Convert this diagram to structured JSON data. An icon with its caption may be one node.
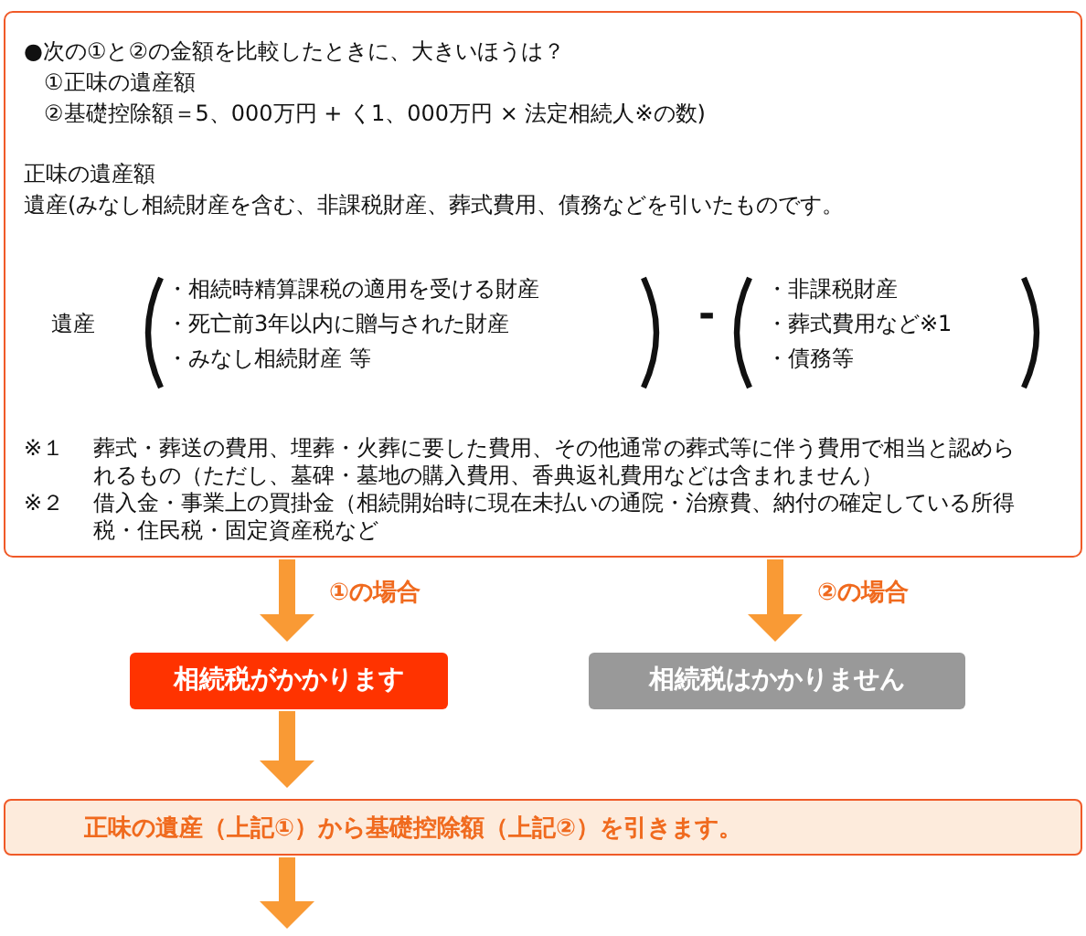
{
  "diagram": {
    "nodes": [
      {
        "text": [
          "●次の①と②の金額を比較したときに、大きいほうは？",
          "①正味の遺産額",
          "②基礎控除額＝5、000万円 + く1、000万円 × 法定相続人※の数)",
          "正味の遺産額",
          "遺産(みなし相続財産を含む、非課税財産、葬式費用、債務などを引いたものです。",
          "遺産",
          "・相続時精算課税の適用を受ける財産",
          "・死亡前3年以内に贈与された財産",
          "・みなし相続財産 等",
          "-",
          "・非課税財産",
          "・葬式費用など※1",
          "・債務等",
          "※１",
          "葬式・葬送の費用、埋葬・火葬に要した費用、その他通常の葬式等に伴う費用で相当と認められるもの（ただし、墓碑・墓地の購入費用、香典返礼費用などは含まれません）",
          "※２",
          "借入金・事業上の買掛金（相続開始時に現在未払いの通院・治療費、納付の確定している所得税・住民税・固定資産税など"
        ]
      },
      {
        "text": [
          "相続税がかかります"
        ]
      },
      {
        "text": [
          "相続税はかかりません"
        ]
      },
      {
        "text": [
          "正味の遺産（上記①）から基礎控除額（上記②）を引きます。"
        ]
      }
    ],
    "edges": [
      {
        "from": 0,
        "to": 1,
        "arrow": "to",
        "label": "①の場合"
      },
      {
        "from": 0,
        "to": 2,
        "arrow": "to",
        "label": "②の場合"
      },
      {
        "from": 1,
        "to": 3,
        "arrow": "to"
      },
      {
        "from": 3,
        "to": null,
        "arrow": "to"
      }
    ]
  }
}
